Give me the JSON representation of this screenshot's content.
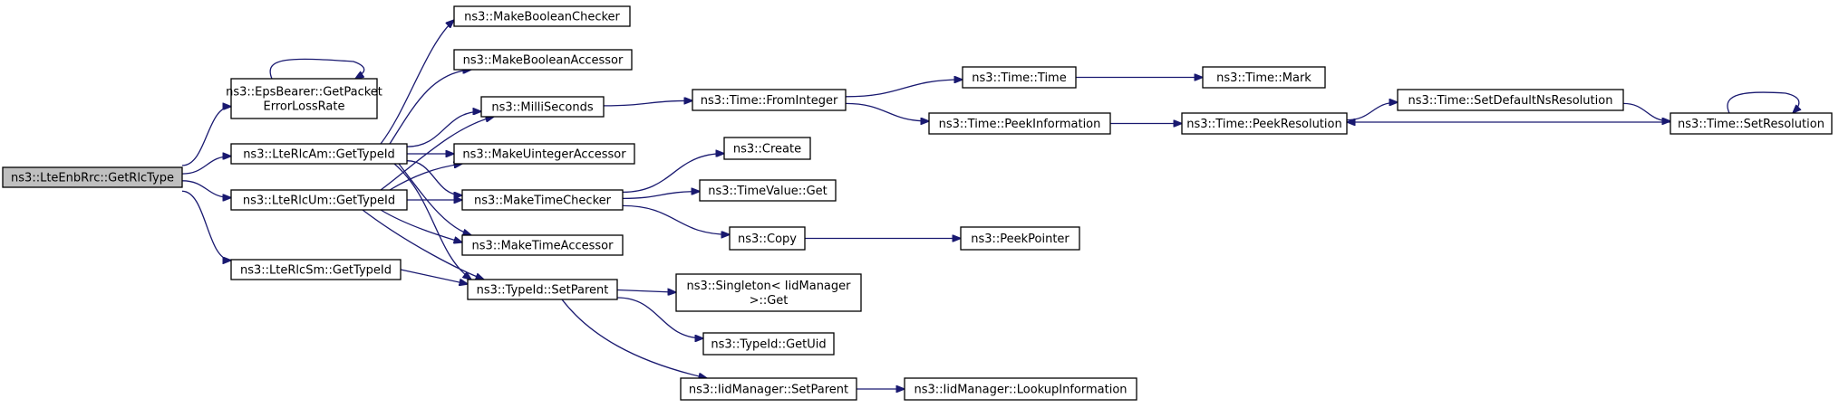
{
  "graph": {
    "title": "",
    "nodes": [
      {
        "id": "root",
        "label": [
          "ns3::LteEnbRrc::GetRlcType"
        ],
        "root": true
      },
      {
        "id": "eps",
        "label": [
          "ns3::EpsBearer::GetPacket",
          "ErrorLossRate"
        ]
      },
      {
        "id": "am",
        "label": [
          "ns3::LteRlcAm::GetTypeId"
        ]
      },
      {
        "id": "um",
        "label": [
          "ns3::LteRlcUm::GetTypeId"
        ]
      },
      {
        "id": "sm",
        "label": [
          "ns3::LteRlcSm::GetTypeId"
        ]
      },
      {
        "id": "mbc",
        "label": [
          "ns3::MakeBooleanChecker"
        ]
      },
      {
        "id": "mba",
        "label": [
          "ns3::MakeBooleanAccessor"
        ]
      },
      {
        "id": "ms",
        "label": [
          "ns3::MilliSeconds"
        ]
      },
      {
        "id": "mua",
        "label": [
          "ns3::MakeUintegerAccessor"
        ]
      },
      {
        "id": "mtc",
        "label": [
          "ns3::MakeTimeChecker"
        ]
      },
      {
        "id": "mta",
        "label": [
          "ns3::MakeTimeAccessor"
        ]
      },
      {
        "id": "sp",
        "label": [
          "ns3::TypeId::SetParent"
        ]
      },
      {
        "id": "fi",
        "label": [
          "ns3::Time::FromInteger"
        ]
      },
      {
        "id": "tt",
        "label": [
          "ns3::Time::Time"
        ]
      },
      {
        "id": "tm",
        "label": [
          "ns3::Time::Mark"
        ]
      },
      {
        "id": "pi",
        "label": [
          "ns3::Time::PeekInformation"
        ]
      },
      {
        "id": "pr",
        "label": [
          "ns3::Time::PeekResolution"
        ]
      },
      {
        "id": "sdn",
        "label": [
          "ns3::Time::SetDefaultNsResolution"
        ]
      },
      {
        "id": "sr",
        "label": [
          "ns3::Time::SetResolution"
        ]
      },
      {
        "id": "cr",
        "label": [
          "ns3::Create"
        ]
      },
      {
        "id": "tvg",
        "label": [
          "ns3::TimeValue::Get"
        ]
      },
      {
        "id": "cp",
        "label": [
          "ns3::Copy"
        ]
      },
      {
        "id": "pp",
        "label": [
          "ns3::PeekPointer"
        ]
      },
      {
        "id": "sg",
        "label": [
          "ns3::Singleton< IidManager",
          ">::Get"
        ]
      },
      {
        "id": "gu",
        "label": [
          "ns3::TypeId::GetUid"
        ]
      },
      {
        "id": "isp",
        "label": [
          "ns3::IidManager::SetParent"
        ]
      },
      {
        "id": "li",
        "label": [
          "ns3::IidManager::LookupInformation"
        ]
      }
    ],
    "edges": [
      [
        "root",
        "eps"
      ],
      [
        "root",
        "am"
      ],
      [
        "root",
        "um"
      ],
      [
        "root",
        "sm"
      ],
      [
        "eps",
        "eps"
      ],
      [
        "am",
        "mbc"
      ],
      [
        "am",
        "mba"
      ],
      [
        "am",
        "ms"
      ],
      [
        "am",
        "mua"
      ],
      [
        "am",
        "mtc"
      ],
      [
        "am",
        "mta"
      ],
      [
        "am",
        "sp"
      ],
      [
        "um",
        "ms"
      ],
      [
        "um",
        "mua"
      ],
      [
        "um",
        "mtc"
      ],
      [
        "um",
        "mta"
      ],
      [
        "um",
        "sp"
      ],
      [
        "sm",
        "sp"
      ],
      [
        "ms",
        "fi"
      ],
      [
        "fi",
        "tt"
      ],
      [
        "fi",
        "pi"
      ],
      [
        "tt",
        "tm"
      ],
      [
        "pi",
        "pr"
      ],
      [
        "pr",
        "sdn"
      ],
      [
        "sdn",
        "sr"
      ],
      [
        "sr",
        "pr"
      ],
      [
        "sr",
        "sr"
      ],
      [
        "mtc",
        "cr"
      ],
      [
        "mtc",
        "tvg"
      ],
      [
        "mtc",
        "cp"
      ],
      [
        "cp",
        "pp"
      ],
      [
        "sp",
        "sg"
      ],
      [
        "sp",
        "gu"
      ],
      [
        "sp",
        "isp"
      ],
      [
        "isp",
        "li"
      ]
    ]
  }
}
